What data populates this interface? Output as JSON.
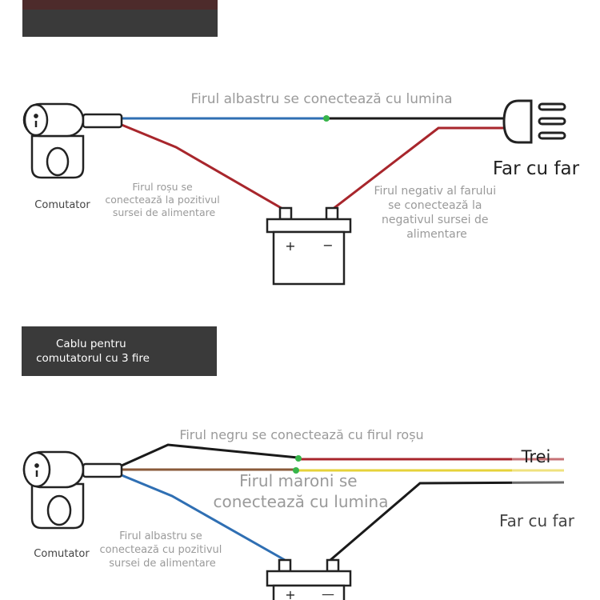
{
  "diagram1": {
    "blue_wire_label": "Firul albastru se conectează cu lumina",
    "switch_label": "Comutator",
    "red_wire_label": [
      "Firul roșu se",
      "conectează la pozitivul",
      "sursei de alimentare"
    ],
    "negative_wire_label": [
      "Firul negativ al farului",
      "se conectează la",
      "negativul sursei de",
      "alimentare"
    ],
    "lamp_label": "Far cu far",
    "battery_plus": "+",
    "battery_minus": "−"
  },
  "section_banner": [
    "Cablu pentru",
    "comutatorul cu 3 fire"
  ],
  "diagram2": {
    "black_wire_label": "Firul negru se conectează cu firul roșu",
    "brown_wire_label": [
      "Firul maroni se",
      "conectează cu lumina"
    ],
    "trei_label": "Trei",
    "lamp_label": "Far cu far",
    "switch_label": "Comutator",
    "blue_wire_label": [
      "Firul albastru se",
      "conectează cu pozitivul",
      "sursei de alimentare"
    ],
    "battery_plus": "+",
    "battery_minus": "—"
  },
  "colors": {
    "blue_wire": "#2f6fb3",
    "red_wire": "#a8262c",
    "black_wire": "#1a1a1a",
    "brown_wire": "#8a5a3a",
    "yellow_wire": "#e6d23a",
    "junction": "#37b54a",
    "banner_bg": "#3a3a3a",
    "label_gray": "#9a9a9a"
  }
}
